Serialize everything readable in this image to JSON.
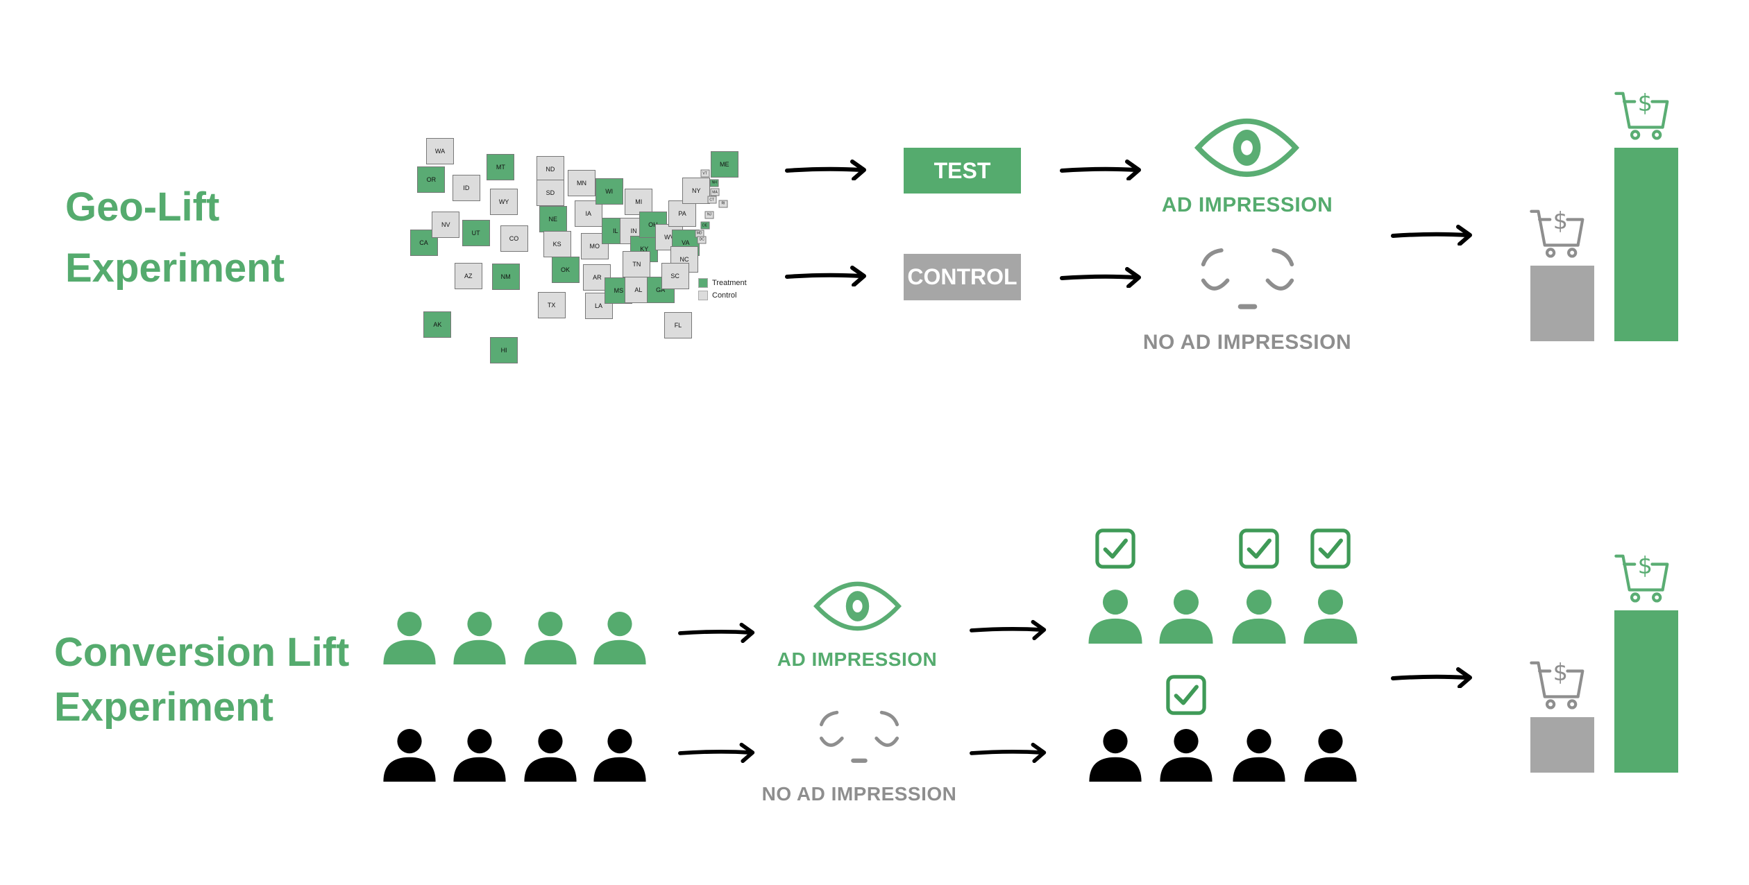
{
  "colors": {
    "green": "#55ab6e",
    "grey_bar": "#a6a6a6",
    "grey_text": "#8e8e8e",
    "treatment": "#5aab74",
    "control": "#dcdcdc"
  },
  "geo": {
    "title_line1": "Geo-Lift",
    "title_line2": "Experiment",
    "test_label": "TEST",
    "control_label": "CONTROL",
    "ad_impression": "AD IMPRESSION",
    "no_ad_impression": "NO AD IMPRESSION",
    "map": {
      "legend": {
        "treatment": "Treatment",
        "control": "Control"
      },
      "states": [
        {
          "code": "WA",
          "treatment": false
        },
        {
          "code": "OR",
          "treatment": true
        },
        {
          "code": "CA",
          "treatment": true
        },
        {
          "code": "ID",
          "treatment": false
        },
        {
          "code": "NV",
          "treatment": false
        },
        {
          "code": "MT",
          "treatment": true
        },
        {
          "code": "WY",
          "treatment": false
        },
        {
          "code": "UT",
          "treatment": true
        },
        {
          "code": "AZ",
          "treatment": false
        },
        {
          "code": "CO",
          "treatment": false
        },
        {
          "code": "NM",
          "treatment": true
        },
        {
          "code": "ND",
          "treatment": false
        },
        {
          "code": "SD",
          "treatment": false
        },
        {
          "code": "NE",
          "treatment": true
        },
        {
          "code": "KS",
          "treatment": false
        },
        {
          "code": "OK",
          "treatment": true
        },
        {
          "code": "TX",
          "treatment": false
        },
        {
          "code": "MN",
          "treatment": false
        },
        {
          "code": "IA",
          "treatment": false
        },
        {
          "code": "MO",
          "treatment": false
        },
        {
          "code": "AR",
          "treatment": false
        },
        {
          "code": "LA",
          "treatment": false
        },
        {
          "code": "WI",
          "treatment": true
        },
        {
          "code": "IL",
          "treatment": true
        },
        {
          "code": "MS",
          "treatment": true
        },
        {
          "code": "MI",
          "treatment": false
        },
        {
          "code": "IN",
          "treatment": false
        },
        {
          "code": "KY",
          "treatment": true
        },
        {
          "code": "TN",
          "treatment": false
        },
        {
          "code": "AL",
          "treatment": false
        },
        {
          "code": "OH",
          "treatment": true
        },
        {
          "code": "GA",
          "treatment": true
        },
        {
          "code": "FL",
          "treatment": false
        },
        {
          "code": "WV",
          "treatment": false
        },
        {
          "code": "VA",
          "treatment": true
        },
        {
          "code": "NC",
          "treatment": false
        },
        {
          "code": "SC",
          "treatment": false
        },
        {
          "code": "PA",
          "treatment": false
        },
        {
          "code": "NY",
          "treatment": false
        },
        {
          "code": "VT",
          "treatment": false
        },
        {
          "code": "NH",
          "treatment": true
        },
        {
          "code": "ME",
          "treatment": true
        },
        {
          "code": "MA",
          "treatment": false
        },
        {
          "code": "CT",
          "treatment": false
        },
        {
          "code": "RI",
          "treatment": false
        },
        {
          "code": "NJ",
          "treatment": false
        },
        {
          "code": "DE",
          "treatment": true
        },
        {
          "code": "MD",
          "treatment": false
        },
        {
          "code": "DC",
          "treatment": false
        },
        {
          "code": "AK",
          "treatment": true
        },
        {
          "code": "HI",
          "treatment": true
        }
      ]
    },
    "result": {
      "control_level": 0.39,
      "test_level": 1.0
    }
  },
  "conversion": {
    "title_line1": "Conversion Lift",
    "title_line2": "Experiment",
    "ad_impression": "AD IMPRESSION",
    "no_ad_impression": "NO AD IMPRESSION",
    "exposed_converted": [
      true,
      false,
      true,
      true
    ],
    "holdout_converted": [
      false,
      true,
      false,
      false
    ],
    "result": {
      "control_level": 0.34,
      "test_level": 1.0
    }
  },
  "icons": {
    "dollar": "$"
  }
}
